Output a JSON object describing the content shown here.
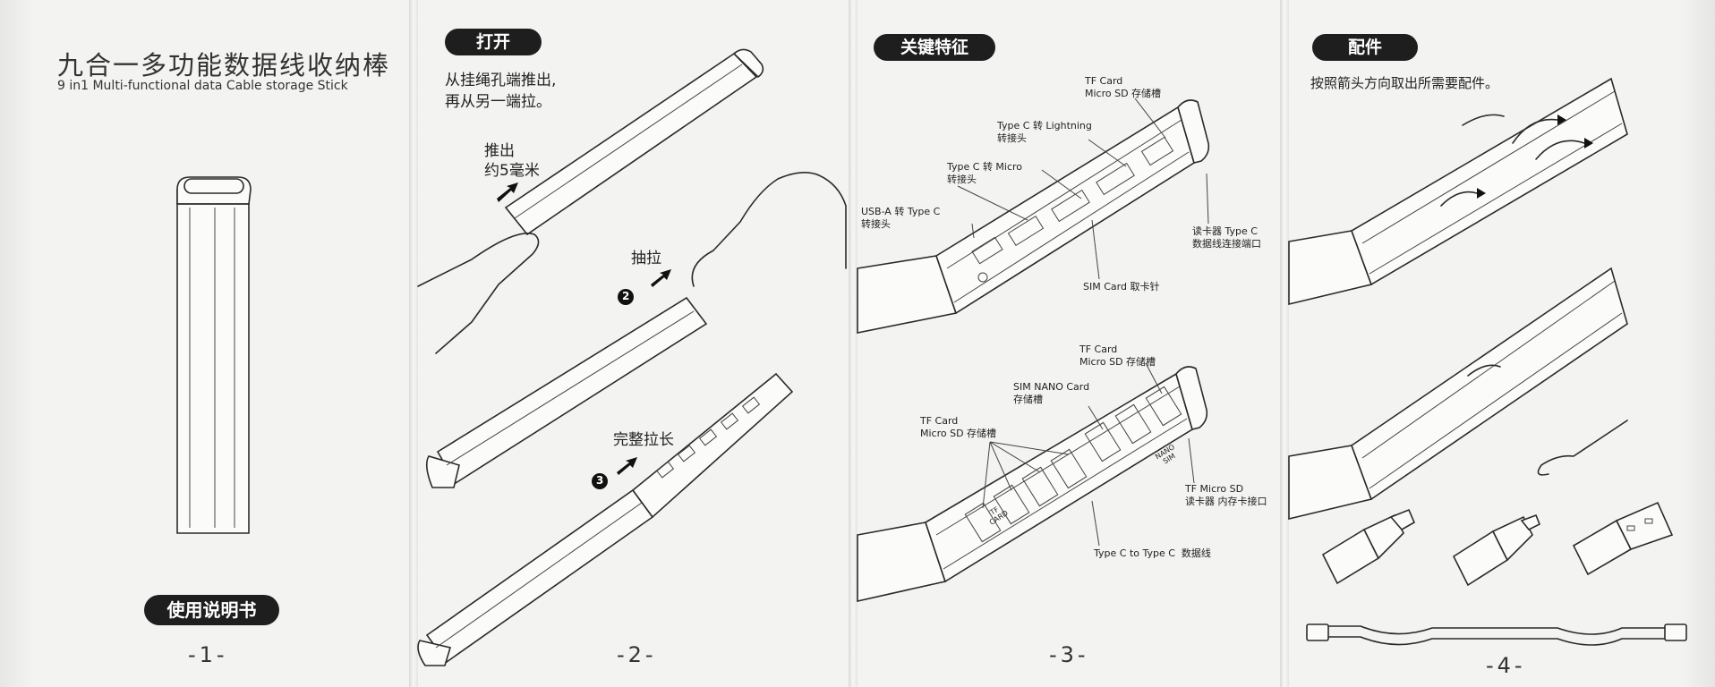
{
  "panels": [
    {
      "title_cn": "九合一多功能数据线收纳棒",
      "title_en": "9 in1 Multi-functional data Cable storage Stick",
      "manual_badge": "使用说明书",
      "page_number": "-1-"
    },
    {
      "badge": "打开",
      "instruction": "从挂绳孔端推出,\n再从另一端拉。",
      "step1_text": "推出\n约5毫米",
      "step2_text": "抽拉",
      "step3_text": "完整拉长",
      "step2_marker": "2",
      "step3_marker": "3",
      "page_number": "-2-"
    },
    {
      "badge": "关键特征",
      "labels": {
        "tf_card_top": "TF Card\nMicro SD 存储槽",
        "typec_lightning": "Type C 转 Lightning\n转接头",
        "typec_micro": "Type C 转 Micro\n转接头",
        "usba_typec": "USB-A 转 Type C\n转接头",
        "reader_port": "读卡器 Type C\n数据线连接端口",
        "sim_pin": "SIM Card 取卡针",
        "tf_card_mid": "TF Card\nMicro SD 存储槽",
        "sim_nano": "SIM NANO Card\n存储槽",
        "tf_card_left": "TF Card\nMicro SD 存储槽",
        "tf_reader": "TF Micro SD\n读卡器 内存卡接口",
        "typec_cable": "Type C to Type C  数据线"
      },
      "slot_text_tf": "TF\nCARD",
      "slot_text_sim": "NANO\nSIM",
      "page_number": "-3-"
    },
    {
      "badge": "配件",
      "instruction": "按照箭头方向取出所需要配件。",
      "page_number": "-4-"
    }
  ]
}
